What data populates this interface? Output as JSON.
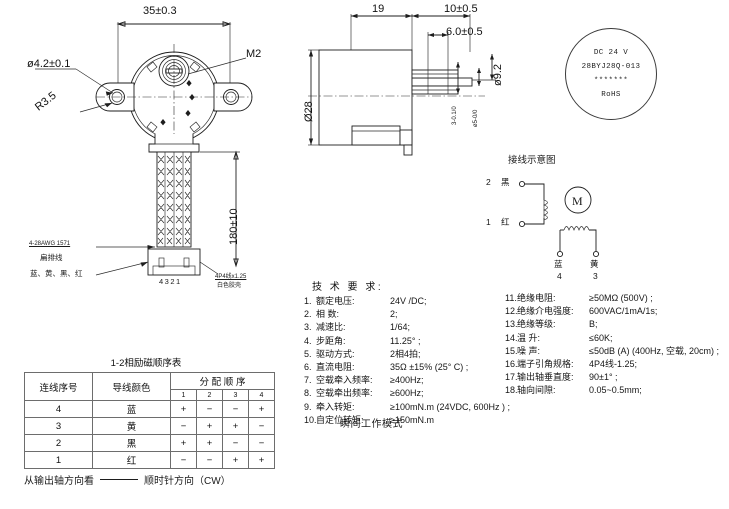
{
  "document": {
    "type": "engineering-drawing",
    "subject": "28BYJ28Q-013 stepper motor outline drawing"
  },
  "front_view": {
    "dim_width": "35±0.3",
    "dim_hole": "ø4.2±0.1",
    "dim_radius": "R3.5",
    "label_m2": "M2",
    "dim_lead_length": "180±10",
    "callout_wire_spec": "4-28AWG 1571",
    "callout_wire_type": "扁排线",
    "wire_colors": "蓝、黄、黑、红",
    "connector_pins": "4321",
    "callout_connector": "4P4线x1.25",
    "callout_connector_body": "白色胶壳"
  },
  "side_view": {
    "dim_body_length": "19",
    "dim_shaft_length": "10±0.5",
    "dim_flat_length": "6.0±0.5",
    "dim_body_dia": "Ø28",
    "dim_shaft_flat": "3-0.1/0",
    "dim_shaft_dia": "ø5-0/0",
    "dim_boss_dia": "ø9.2"
  },
  "nameplate": {
    "line1": "DC 24 V",
    "line2": "28BYJ28Q-013",
    "line3": "*******",
    "line4": "RoHS"
  },
  "wiring_diagram": {
    "title": "接线示意图",
    "motor_symbol": "M",
    "terminals": [
      {
        "num": "2",
        "color": "黑"
      },
      {
        "num": "1",
        "color": "红"
      },
      {
        "num": "4",
        "color": "蓝"
      },
      {
        "num": "3",
        "color": "黄"
      }
    ]
  },
  "specs": {
    "title": "技 术 要 求:",
    "footnote": "瞬间工作模式",
    "left": [
      {
        "no": "1.",
        "label": "额定电压:",
        "value": "24V /DC;"
      },
      {
        "no": "2.",
        "label": "相    数:",
        "value": "2;"
      },
      {
        "no": "3.",
        "label": "减速比:",
        "value": "1/64;"
      },
      {
        "no": "4.",
        "label": "步距角:",
        "value": "11.25° ;"
      },
      {
        "no": "5.",
        "label": "驱动方式:",
        "value": "2相4拍;"
      },
      {
        "no": "6.",
        "label": "直流电阻:",
        "value": "35Ω ±15% (25° C) ;"
      },
      {
        "no": "7.",
        "label": "空载牵入频率:",
        "value": "≥400Hz;"
      },
      {
        "no": "8.",
        "label": "空载牵出频率:",
        "value": "≥600Hz;"
      },
      {
        "no": "9.",
        "label": "牵入转矩:",
        "value": "≥100mN.m (24VDC, 600Hz ) ;"
      },
      {
        "no": "10.",
        "label": "自定位转矩:",
        "value": "≥150mN.m"
      }
    ],
    "right": [
      {
        "no": "11.",
        "label": "绝缘电阻:",
        "value": "≥50MΩ (500V) ;"
      },
      {
        "no": "12.",
        "label": "绝缘介电强度:",
        "value": "600VAC/1mA/1s;"
      },
      {
        "no": "13.",
        "label": "绝缘等级:",
        "value": "B;"
      },
      {
        "no": "14.",
        "label": "温    升:",
        "value": "≤60K;"
      },
      {
        "no": "15.",
        "label": "噪  声:",
        "value": "≤50dB (A) (400Hz, 空载, 20cm) ;"
      },
      {
        "no": "16.",
        "label": "端子引角规格:",
        "value": "4P4线-1.25;"
      },
      {
        "no": "17.",
        "label": "输出轴垂直度:",
        "value": "90±1° ;"
      },
      {
        "no": "18.",
        "label": "轴向间隙:",
        "value": "0.05~0.5mm;"
      }
    ]
  },
  "sequence_table": {
    "caption": "1-2相励磁顺序表",
    "header": {
      "col1": "连线序号",
      "col2": "导线颜色",
      "group": "分 配 顺 序",
      "steps": [
        "1",
        "2",
        "3",
        "4"
      ]
    },
    "rows": [
      {
        "num": "4",
        "color": "蓝",
        "steps": [
          "+",
          "−",
          "−",
          "+"
        ]
      },
      {
        "num": "3",
        "color": "黄",
        "steps": [
          "−",
          "+",
          "+",
          "−"
        ]
      },
      {
        "num": "2",
        "color": "黑",
        "steps": [
          "+",
          "+",
          "−",
          "−"
        ]
      },
      {
        "num": "1",
        "color": "红",
        "steps": [
          "−",
          "−",
          "+",
          "+"
        ]
      }
    ],
    "note_left": "从输出轴方向看",
    "note_right": "顺时针方向（CW）"
  },
  "chart_data": {
    "type": "table",
    "title": "1-2相励磁顺序表",
    "categories": [
      "1",
      "2",
      "3",
      "4"
    ],
    "series": [
      {
        "name": "4 蓝",
        "values": [
          "+",
          "−",
          "−",
          "+"
        ]
      },
      {
        "name": "3 黄",
        "values": [
          "−",
          "+",
          "+",
          "−"
        ]
      },
      {
        "name": "2 黑",
        "values": [
          "+",
          "+",
          "−",
          "−"
        ]
      },
      {
        "name": "1 红",
        "values": [
          "−",
          "−",
          "+",
          "+"
        ]
      }
    ]
  },
  "colors": {
    "ink": "#1d1d1d",
    "paper": "#ffffff"
  }
}
